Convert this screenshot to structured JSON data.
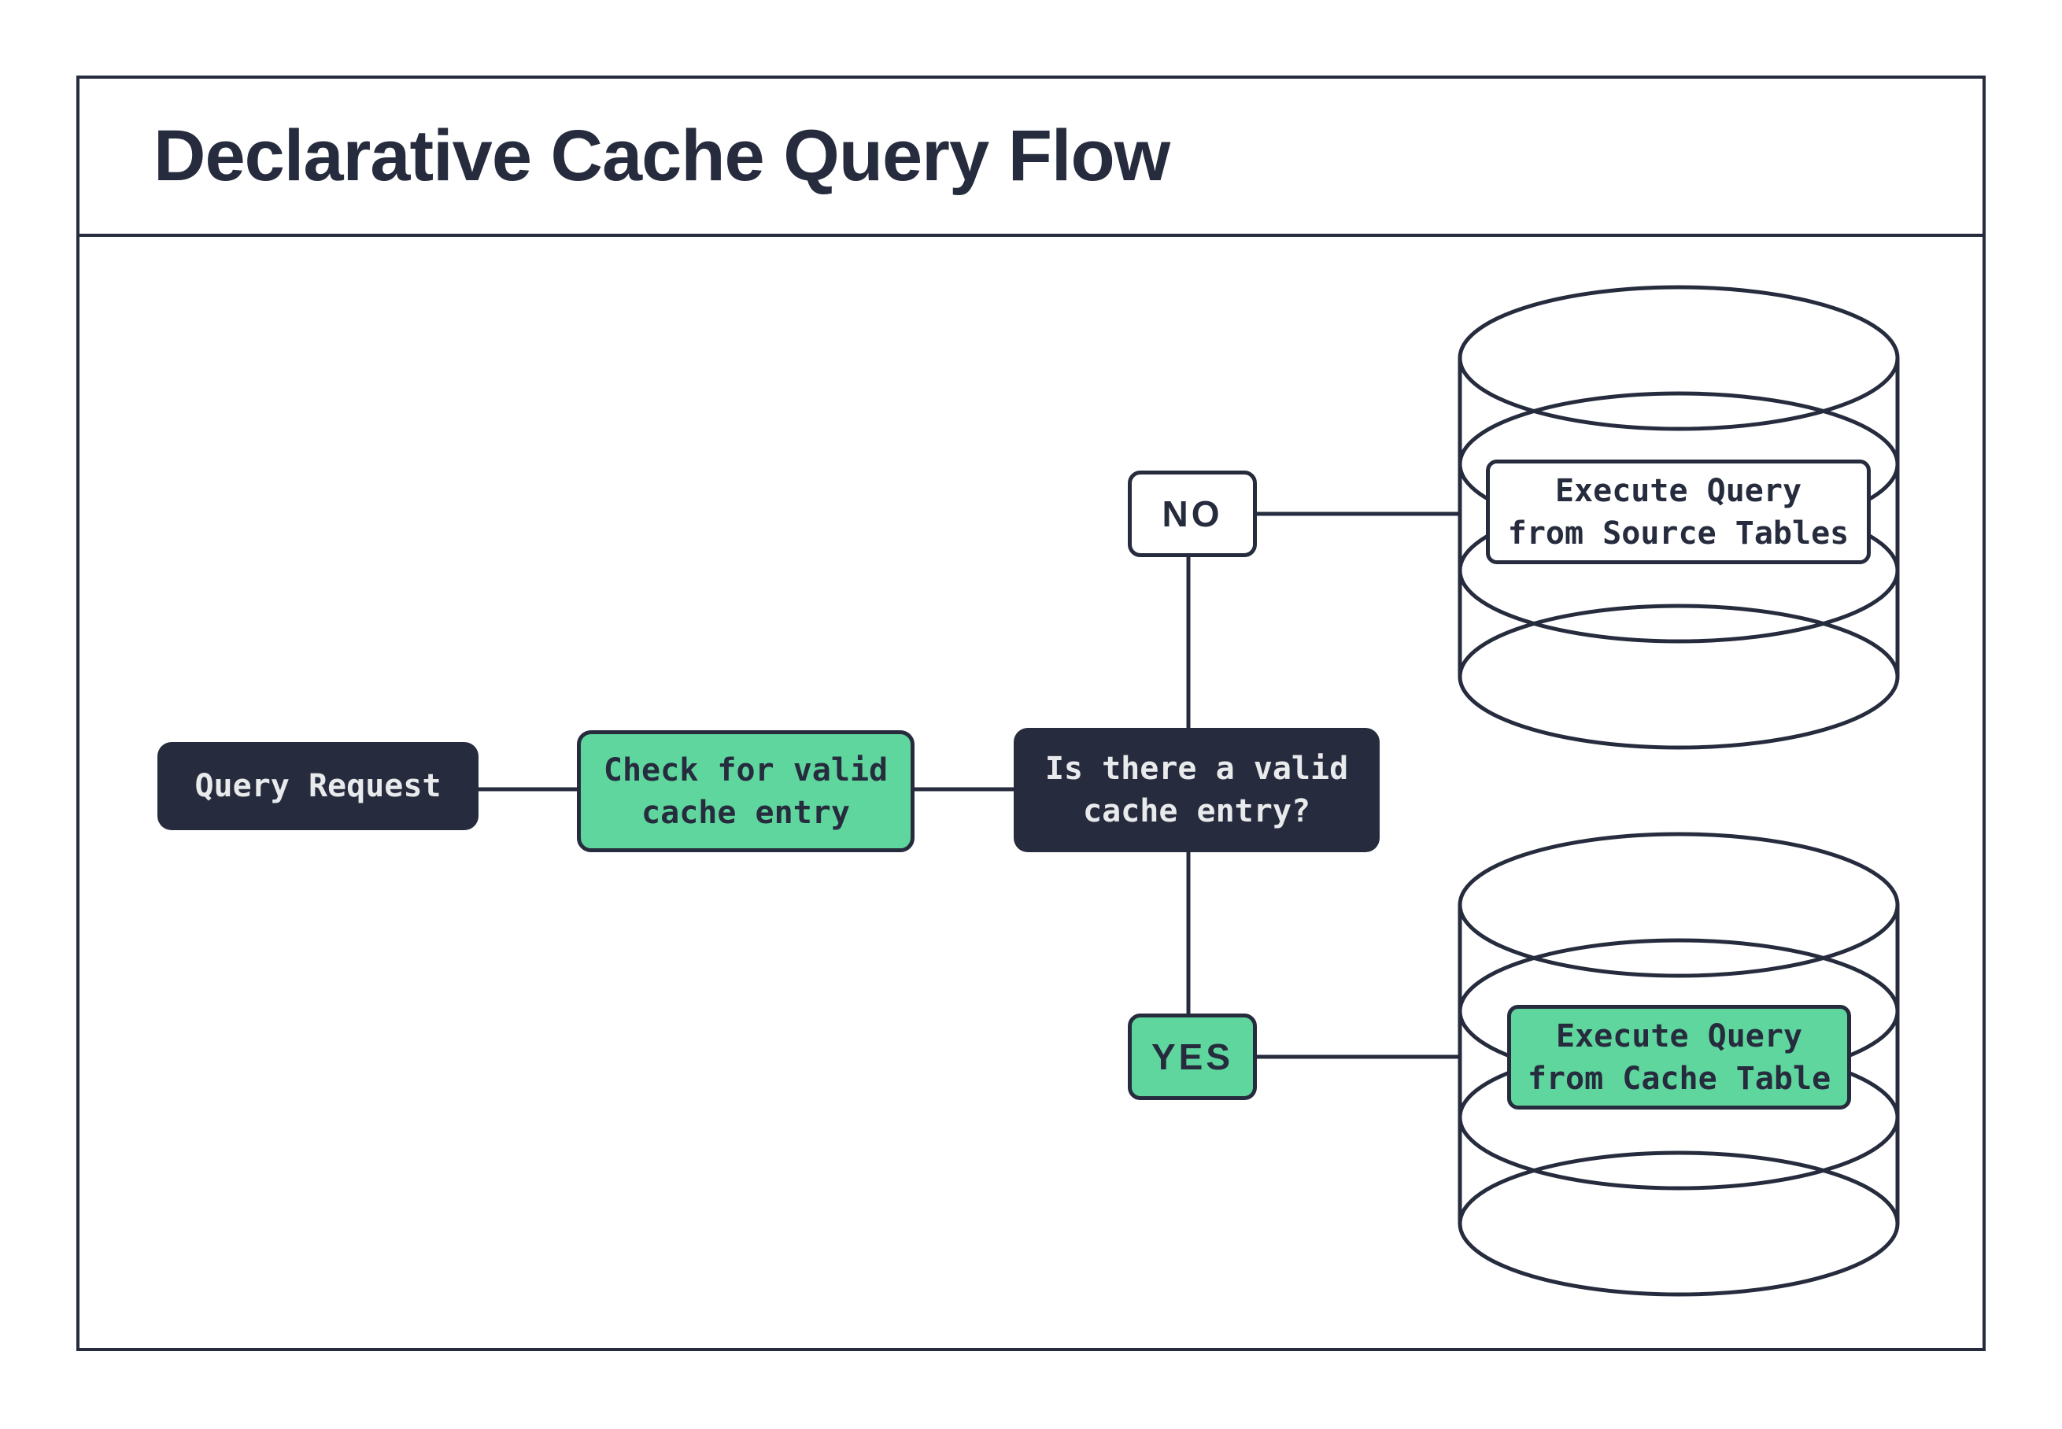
{
  "title": "Declarative Cache Query Flow",
  "colors": {
    "dark": "#262C3D",
    "green": "#5FD69E",
    "light_text": "#E9EAEC",
    "background": "#FFFFFF"
  },
  "nodes": {
    "query_request": {
      "label": "Query Request"
    },
    "check_cache": {
      "label": "Check for valid\ncache entry"
    },
    "decision": {
      "label": "Is there a valid\ncache entry?"
    },
    "no_branch": {
      "label": "NO"
    },
    "yes_branch": {
      "label": "YES"
    },
    "source_db": {
      "label": "Execute Query\nfrom Source Tables"
    },
    "cache_db": {
      "label": "Execute Query\nfrom Cache Table"
    }
  }
}
